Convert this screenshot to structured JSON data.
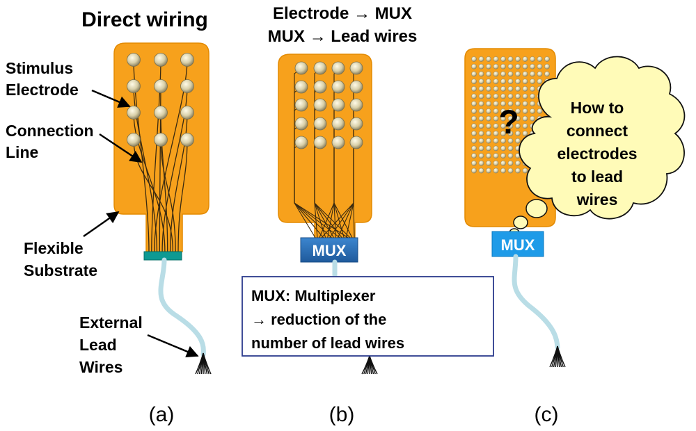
{
  "panel_a": {
    "title": "Direct wiring",
    "label_stimulus_line1": "Stimulus",
    "label_stimulus_line2": "Electrode",
    "label_connection_line1": "Connection",
    "label_connection_line2": "Line",
    "label_flexible_line1": "Flexible",
    "label_flexible_line2": "Substrate",
    "label_external_line1": "External",
    "label_external_line2": "Lead",
    "label_external_line3": "Wires",
    "caption": "(a)"
  },
  "panel_b": {
    "title_line1": "Electrode → MUX",
    "title_line2": "MUX → Lead wires",
    "mux_label": "MUX",
    "note_line1": "MUX: Multiplexer",
    "note_line2": "→ reduction of the",
    "note_line3": "number of lead wires",
    "caption": "(b)"
  },
  "panel_c": {
    "question_mark": "?",
    "cloud_line1": "How to",
    "cloud_line2": "connect",
    "cloud_line3": "electrodes",
    "cloud_line4": "to lead",
    "cloud_line5": "wires",
    "mux_label": "MUX",
    "caption": "(c)"
  },
  "colors": {
    "substrate": "#f7a11c",
    "trace": "#3a2a10",
    "electrode": "#d8cfa8",
    "lead_wire": "#b9dde6",
    "connector": "#0e9a93",
    "mux_dark": "#2a6fb6",
    "mux_light": "#1e9be8",
    "cloud_fill": "#fffbb8",
    "note_border": "#2b3b8c"
  }
}
